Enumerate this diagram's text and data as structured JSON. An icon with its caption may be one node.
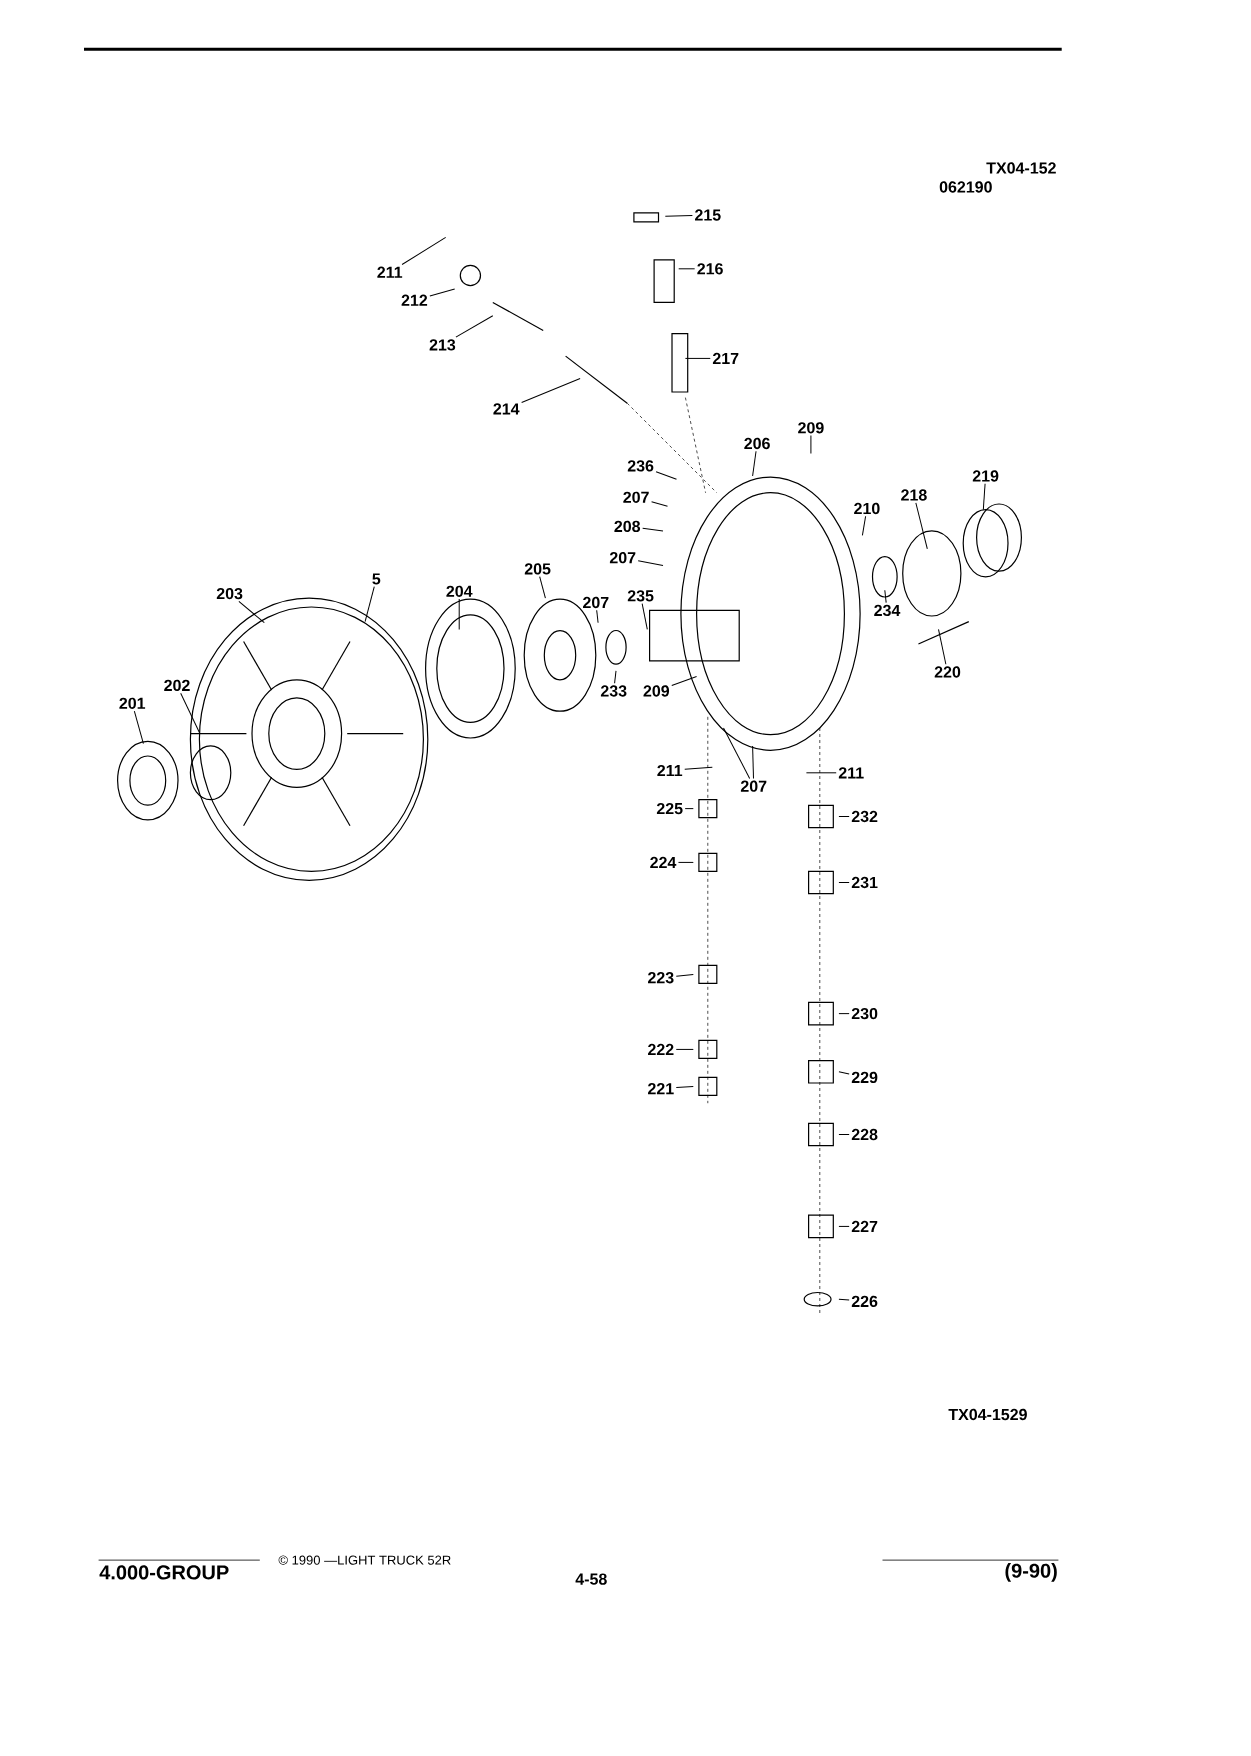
{
  "diagram": {
    "nodes": [
      {
        "text": [
          "215"
        ]
      },
      {
        "text": [
          "216"
        ]
      },
      {
        "text": [
          "217"
        ]
      },
      {
        "text": [
          "211"
        ]
      },
      {
        "text": [
          "212"
        ]
      },
      {
        "text": [
          "213"
        ]
      },
      {
        "text": [
          "214"
        ]
      },
      {
        "text": [
          "209"
        ]
      },
      {
        "text": [
          "206"
        ]
      },
      {
        "text": [
          "236"
        ]
      },
      {
        "text": [
          "207"
        ]
      },
      {
        "text": [
          "208"
        ]
      },
      {
        "text": [
          "207"
        ]
      },
      {
        "text": [
          "210"
        ]
      },
      {
        "text": [
          "218"
        ]
      },
      {
        "text": [
          "219"
        ]
      },
      {
        "text": [
          "203"
        ]
      },
      {
        "text": [
          "5"
        ]
      },
      {
        "text": [
          "204"
        ]
      },
      {
        "text": [
          "205"
        ]
      },
      {
        "text": [
          "207"
        ]
      },
      {
        "text": [
          "235"
        ]
      },
      {
        "text": [
          "234"
        ]
      },
      {
        "text": [
          "220"
        ]
      },
      {
        "text": [
          "233"
        ]
      },
      {
        "text": [
          "209"
        ]
      },
      {
        "text": [
          "201"
        ]
      },
      {
        "text": [
          "202"
        ]
      },
      {
        "text": [
          "207"
        ]
      },
      {
        "text": [
          "211"
        ]
      },
      {
        "text": [
          "211"
        ]
      },
      {
        "text": [
          "225"
        ]
      },
      {
        "text": [
          "232"
        ]
      },
      {
        "text": [
          "224"
        ]
      },
      {
        "text": [
          "231"
        ]
      },
      {
        "text": [
          "223"
        ]
      },
      {
        "text": [
          "230"
        ]
      },
      {
        "text": [
          "222"
        ]
      },
      {
        "text": [
          "229"
        ]
      },
      {
        "text": [
          "221"
        ]
      },
      {
        "text": [
          "228"
        ]
      },
      {
        "text": [
          "227"
        ]
      },
      {
        "text": [
          "226"
        ]
      }
    ],
    "edges": [
      {
        "from": 0,
        "to": null,
        "arrow": "none"
      },
      {
        "from": 1,
        "to": null,
        "arrow": "none"
      },
      {
        "from": 2,
        "to": null,
        "arrow": "none"
      },
      {
        "from": 3,
        "to": null,
        "arrow": "none"
      },
      {
        "from": 4,
        "to": null,
        "arrow": "none"
      },
      {
        "from": 5,
        "to": null,
        "arrow": "none"
      },
      {
        "from": 6,
        "to": null,
        "arrow": "none"
      },
      {
        "from": 7,
        "to": null,
        "arrow": "none"
      },
      {
        "from": 8,
        "to": null,
        "arrow": "none"
      },
      {
        "from": 9,
        "to": null,
        "arrow": "none"
      },
      {
        "from": 10,
        "to": null,
        "arrow": "none"
      },
      {
        "from": 11,
        "to": null,
        "arrow": "none"
      },
      {
        "from": 12,
        "to": null,
        "arrow": "none"
      },
      {
        "from": 13,
        "to": null,
        "arrow": "none"
      },
      {
        "from": 14,
        "to": null,
        "arrow": "none"
      },
      {
        "from": 15,
        "to": null,
        "arrow": "none"
      },
      {
        "from": 16,
        "to": null,
        "arrow": "none"
      },
      {
        "from": 17,
        "to": null,
        "arrow": "none"
      },
      {
        "from": 18,
        "to": null,
        "arrow": "none"
      },
      {
        "from": 19,
        "to": null,
        "arrow": "none"
      },
      {
        "from": 20,
        "to": null,
        "arrow": "none"
      },
      {
        "from": 21,
        "to": null,
        "arrow": "none"
      },
      {
        "from": 22,
        "to": null,
        "arrow": "none"
      },
      {
        "from": 23,
        "to": null,
        "arrow": "none"
      },
      {
        "from": 24,
        "to": null,
        "arrow": "none"
      },
      {
        "from": 25,
        "to": null,
        "arrow": "none"
      },
      {
        "from": 26,
        "to": null,
        "arrow": "none"
      },
      {
        "from": 27,
        "to": null,
        "arrow": "none"
      },
      {
        "from": 28,
        "to": null,
        "arrow": "none"
      },
      {
        "from": 28,
        "to": null,
        "arrow": "none"
      },
      {
        "from": 29,
        "to": null,
        "arrow": "none"
      },
      {
        "from": 30,
        "to": null,
        "arrow": "none"
      },
      {
        "from": 31,
        "to": null,
        "arrow": "none"
      },
      {
        "from": 32,
        "to": null,
        "arrow": "none"
      },
      {
        "from": 33,
        "to": null,
        "arrow": "none"
      },
      {
        "from": 34,
        "to": null,
        "arrow": "none"
      },
      {
        "from": 35,
        "to": null,
        "arrow": "none"
      },
      {
        "from": 36,
        "to": null,
        "arrow": "none"
      },
      {
        "from": 37,
        "to": null,
        "arrow": "none"
      },
      {
        "from": 38,
        "to": null,
        "arrow": "none"
      },
      {
        "from": 39,
        "to": null,
        "arrow": "none"
      },
      {
        "from": 40,
        "to": null,
        "arrow": "none"
      },
      {
        "from": 41,
        "to": null,
        "arrow": "none"
      },
      {
        "from": 42,
        "to": null,
        "arrow": "none"
      }
    ],
    "labels": [
      "TX04-152",
      "062190",
      "TX04-1529",
      "4.000-GROUP",
      "© 1990 —LIGHT TRUCK 52R",
      "4-58",
      "(9-90)"
    ]
  }
}
